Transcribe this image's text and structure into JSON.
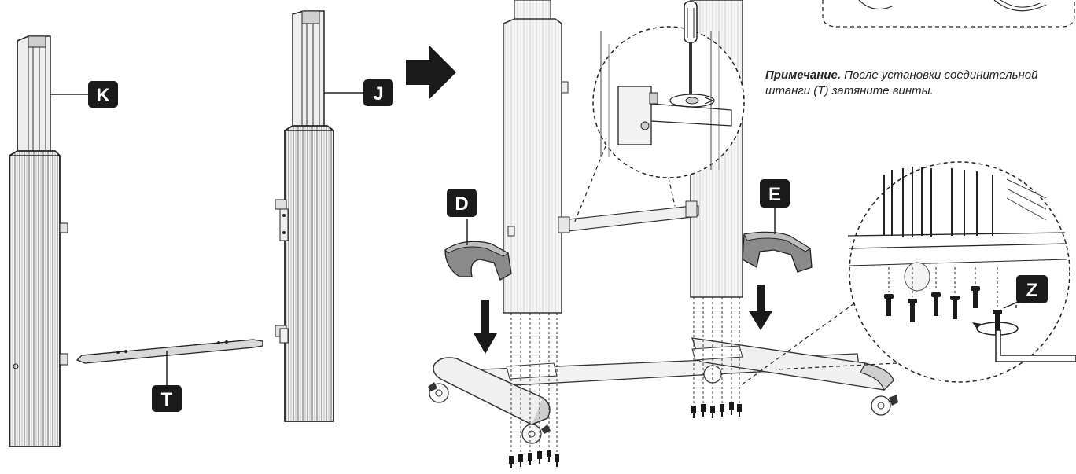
{
  "diagram": {
    "part_labels": [
      "K",
      "J",
      "T",
      "D",
      "E",
      "Z"
    ],
    "note": {
      "title": "Примечание.",
      "text": "После установки соединительной штанги (T) затяните винты."
    },
    "colors": {
      "line": "#222222",
      "fill_light": "#f2f2f2",
      "fill_mid": "#d9d9d9",
      "fill_dark": "#8a8a8a",
      "badge": "#1a1a1a",
      "arrow": "#1a1a1a"
    },
    "icons": [
      "arrow-right-icon",
      "arrow-down-icon",
      "screwdriver-icon",
      "rotation-icon",
      "hex-key-icon"
    ]
  }
}
